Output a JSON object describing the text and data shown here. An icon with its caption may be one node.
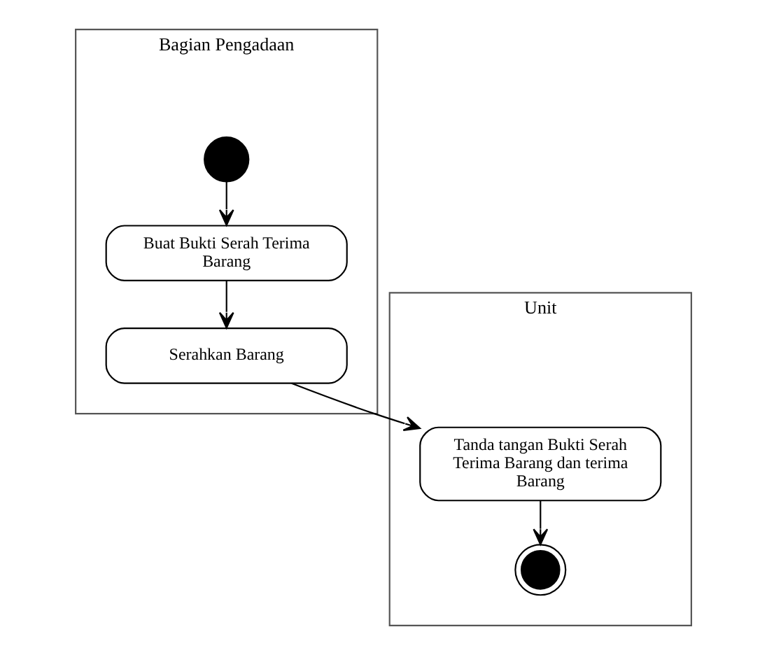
{
  "diagram": {
    "nodes": [
      {
        "text": [
          "Bagian Pengadaan"
        ]
      },
      {
        "text": [
          "Unit"
        ]
      },
      {
        "text": [],
        "shape": "circle",
        "in": 0
      },
      {
        "text": [
          "Buat Bukti Serah Terima Barang"
        ],
        "in": 0
      },
      {
        "text": [
          "Serahkan Barang"
        ],
        "in": 0
      },
      {
        "text": [
          "Tanda tangan Bukti Serah Terima Barang dan terima Barang"
        ],
        "in": 1
      },
      {
        "text": [],
        "shape": "circle",
        "in": 1
      }
    ],
    "edges": [
      {
        "from": 2,
        "to": 3,
        "arrow": "to"
      },
      {
        "from": 3,
        "to": 4,
        "arrow": "to"
      },
      {
        "from": 4,
        "to": 5,
        "arrow": "to"
      },
      {
        "from": 5,
        "to": 6,
        "arrow": "to"
      }
    ]
  }
}
